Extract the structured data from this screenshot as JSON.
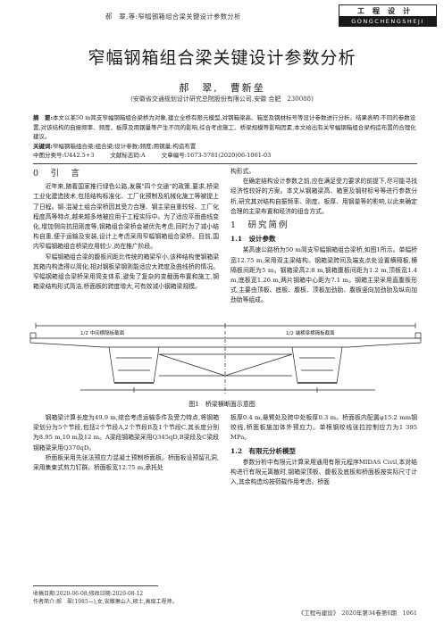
{
  "header": {
    "running_title": "郝　翠,等:窄幅钢箱组合梁关键设计参数分析",
    "journal_cn": "工程设计",
    "journal_en": "GONGCHENGSHEJI"
  },
  "title": "窄幅钢箱组合梁关键设计参数分析",
  "authors": "郝　翠,　曹新垒",
  "affiliation": "(安徽省交通规划设计研究总院股份有限公司,安徽 合肥　230088)",
  "abstract": {
    "label": "摘　要:",
    "text": "本文以某50 m简支窄幅钢箱组合梁桥为对象,建立全桥有限元模型,对钢箱梁高、箱室及钢材标号等设计参数进行分析。结果表明:不同的参数设置,对该结构的自振频率、频度、板厚及用钢量等产生不同的影响,综合考虑施工、桥梁规模等影响因素,本文给出有关窄幅钢箱组合梁构造布置的合理化建议。"
  },
  "keywords": {
    "label": "关键词:",
    "text": "窄幅钢箱组合梁;组合梁;设计参数;频度;用钢量;构造布置"
  },
  "meta": {
    "clc": "中图分类号:U442.5+3",
    "doc_code": "文献标志码:A",
    "article_no": "文章编号:1673-5781(2020)06-1061-03"
  },
  "left_col": {
    "section0": "0　引　言",
    "p1": "近年来,随着国家推行绿色公路,发展\"四个交通\"的政策,要求,桥梁工业化建造技术,包括结构标准化、工厂化预制及机械化施工等被提上了日程。钢-混凝土组合梁桥因其受力合理、钢主梁自重较轻、工厂化程度高等特点,越来越多地被应用于工程实际中。为了适应平面曲线变化,增加侧向抗扭刚度等,钢箱组合梁桥会被优先考虑,同时为了减小结构自重,便于运输及安装,设计上考虑采用窄幅钢箱组合梁桥。目前,国内窄幅钢箱组合桥梁应用较少,尚在推广阶段。",
    "p2": "窄幅钢箱组合梁的腹板间距比传统的箱梁窄小,该种结构使钢箱梁其箱内构造得以简化,相对钢板梁钢则能适应大跨度及曲线桥的情况。窄幅钢箱组合梁桥采用简支体系,避免了复杂的变截面布置和施工,钢箱梁结构形式简洁,桥面板的跨度增大,可有效减小钢箱梁规模。"
  },
  "right_col": {
    "p0": "构形式。",
    "p1": "在确定结构设计参数之前,应在满足受力要求的前提下,尽可能寻找经济性较好的方案。本文从钢箱梁高、箱室及钢材标号等进行参数分析,研究其对结构自振频率、刚度、板厚、用钢量等的影响,以此来确定合理的主梁布置和经济的组合方式。",
    "section1": "1　研究简例",
    "sub11": "1.1　设计参数",
    "p2": "某高速公路桥为50 m简支窄幅钢箱组合梁桥,如图1所示。单幅桥宽12.75 m,采用双主梁结构。钢箱梁跨间及端支点处设置横隔板,横隔板间距为5 m。钢箱梁高2.8 m,钢箱腹板间距为1.2 m,顶板宽1.4 m,底板宽1.26 m,两片钢箱中心距为7.1 m。钢箱主梁采用直腹板形式,主要由顶板、底板、腹板、顶板加劲肋、腹板竖向加劲肋及纵向加劲肋等组成。"
  },
  "figure": {
    "left_label": "1/2 中间横隔板截面",
    "right_label": "1/2 端横梁横隔板截面",
    "caption": "图1　桥梁横断面示意图"
  },
  "bottom_left": {
    "p1": "钢箱梁计算长度为49.9 m,综合考虑运输条件及受力特点,将钢箱梁划分为5个节段,包括2个节段A,2个节段B及1个节段C,其长度分别为8.95 m,10 m及12 m。A梁段钢箱梁采用Q345qD,B梁段及C梁段钢箱梁采用Q370qD。",
    "p2": "桥面板采用先张法预应力混凝土预制桥面板。桥面板设预留孔洞,采用集束式剪力钉群。桥面板宽12.75 m,承托处"
  },
  "bottom_right": {
    "p1": "板厚0.4 m,悬臂处及跨中处板厚0.3 m。桥面板内配置φ15.2 mm钢绞线,桥面板施加体外预应力。单根钢绞线张拉控制应力为1 395 MPa。",
    "sub12": "1.2　有限元分析模型",
    "p2": "参数分析中有限元计算采用通用有限元程序MIDAS Civil,本对结构进行有限元离散时,钢箱梁顶板、腹板及底板和桥面板按实际尺寸计入,其余构造均按荷载作用考虑。桥面"
  },
  "footnote": {
    "received": "收稿日期:2020-06-08;修改日期:2020-08-12",
    "author_info": "作者简介:郝　翠(1985—),女,安徽萧山人,硕士,高级工程师。"
  },
  "footer": {
    "journal": "《工程与建设》　2020年第34卷第6期　1061"
  }
}
